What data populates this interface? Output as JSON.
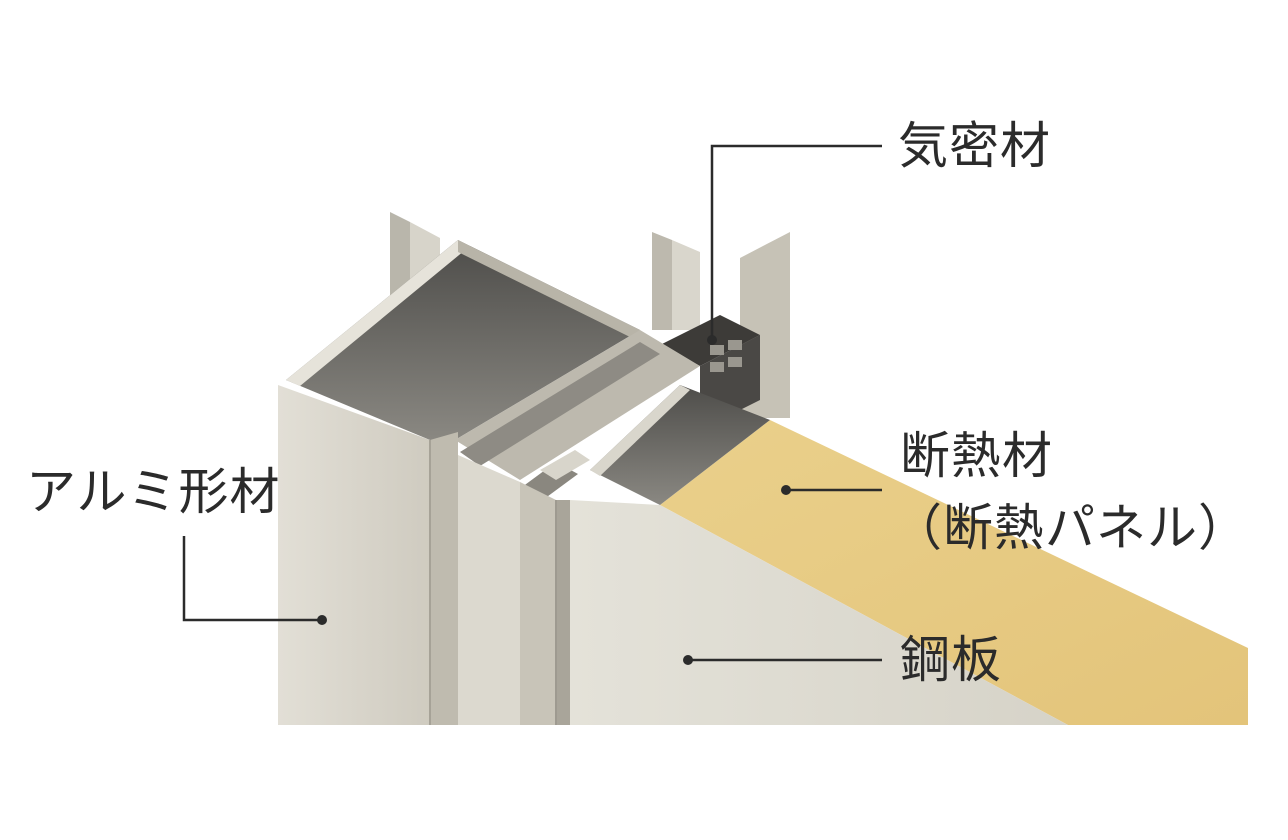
{
  "labels": {
    "airtight": "気密材",
    "insulation": "断熱材",
    "insulation_panel": "（断熱パネル）",
    "steel_plate": "鋼板",
    "aluminum_profile": "アルミ形材"
  },
  "colors": {
    "aluminum_light": "#dcd9cf",
    "aluminum_mid": "#c9c5b9",
    "aluminum_dark": "#6d6b66",
    "insulation": "#e8cc85",
    "steel": "#dedcd2",
    "leader": "#2b2b2b"
  }
}
